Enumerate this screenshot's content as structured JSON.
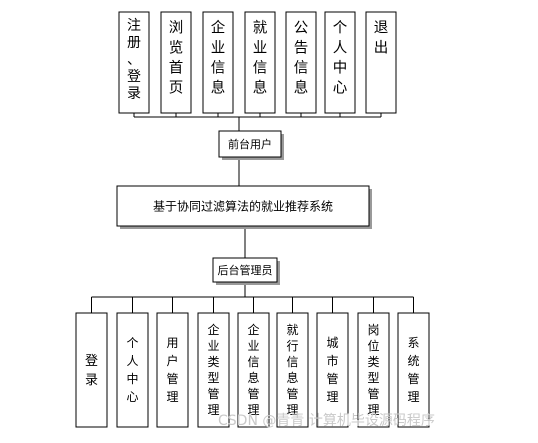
{
  "frontend": {
    "label": "前台用户",
    "modules": [
      {
        "label": "注册、登录"
      },
      {
        "label": "浏览首页"
      },
      {
        "label": "企业信息"
      },
      {
        "label": "就业信息"
      },
      {
        "label": "公告信息"
      },
      {
        "label": "个人中心"
      },
      {
        "label": "退出"
      }
    ]
  },
  "system": {
    "label": "基于协同过滤算法的就业推荐系统"
  },
  "backend": {
    "label": "后台管理员",
    "modules": [
      {
        "label": "登录"
      },
      {
        "label": "个人中心"
      },
      {
        "label": "用户管理"
      },
      {
        "label": "企业类型管理"
      },
      {
        "label": "企业信息管理"
      },
      {
        "label": "就行信息管理"
      },
      {
        "label": "城市管理"
      },
      {
        "label": "岗位类型管理"
      },
      {
        "label": "系统管理"
      }
    ]
  },
  "watermark": "CSDN @青青  计算机毕设源码程序"
}
